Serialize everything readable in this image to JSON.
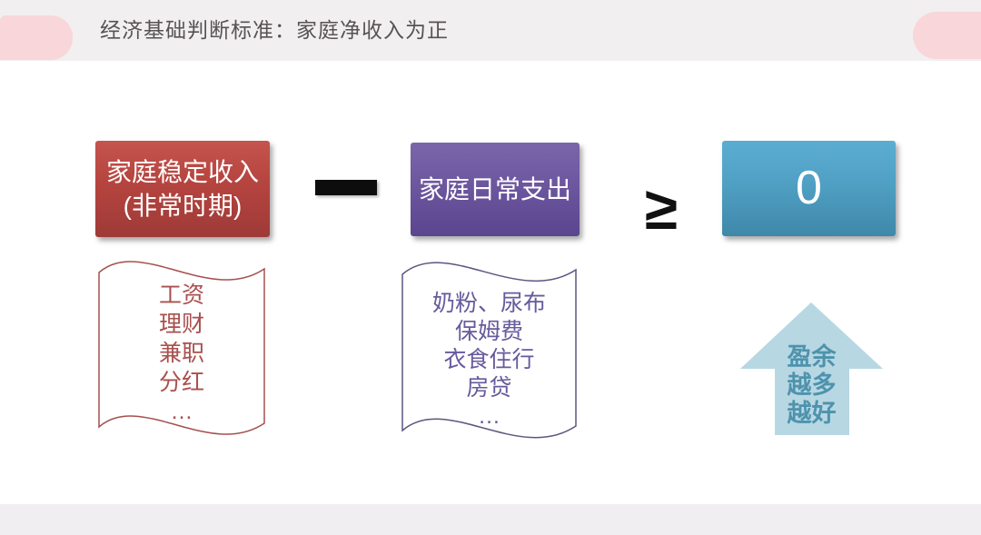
{
  "slide": {
    "title": "经济基础判断标准：家庭净收入为正"
  },
  "equation": {
    "income": {
      "line1": "家庭稳定收入",
      "line2": "(非常时期)"
    },
    "minus": "−",
    "expense": "家庭日常支出",
    "operator": "≥",
    "zero": "0"
  },
  "income_sources": {
    "items": [
      "工资",
      "理财",
      "兼职",
      "分红",
      "…"
    ]
  },
  "expense_items": {
    "items": [
      "奶粉、尿布",
      "保姆费",
      "衣食住行",
      "房贷",
      "…"
    ]
  },
  "surplus": {
    "lines": [
      "盈余",
      "越多",
      "越好"
    ]
  },
  "colors": {
    "income_box": "#b5443f",
    "expense_box": "#6b559d",
    "zero_box": "#4fa0c4",
    "arrow_fill": "#b7d7e3",
    "arrow_text": "#4e93ad",
    "flag_income_outline": "#a5504e",
    "flag_expense_outline": "#5c5680",
    "accent_pink": "#f8d6da",
    "header_bg": "#f1efef",
    "footer_bg": "#f0eef1",
    "title_text": "#575354"
  }
}
